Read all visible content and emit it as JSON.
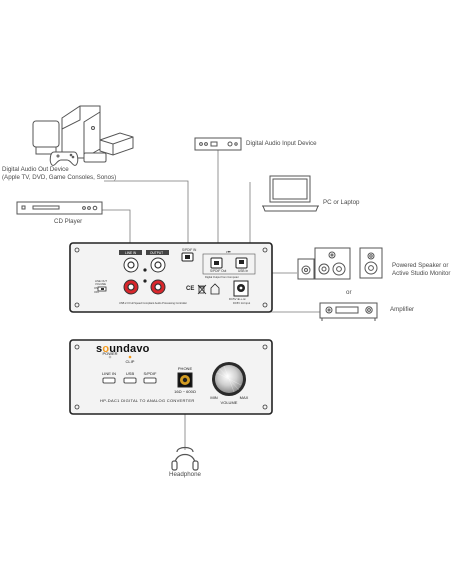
{
  "labels": {
    "digital_audio_out": [
      "Digital Audio Out Device",
      "(Apple TV, DVD, Game Consoles, Sonos)"
    ],
    "digital_audio_input": "Digital Audio Input Device",
    "pc_laptop": "PC or Laptop",
    "cd_player": "CD Player",
    "powered_speaker": [
      "Powered Speaker or",
      "Active Studio Monitor"
    ],
    "or": "or",
    "amplifier": "Amplifier",
    "headphone": "Headphone"
  },
  "rear_panel": {
    "line_in": "LINE IN",
    "output": "OUTPUT",
    "spdif_in": "S/PDIF IN",
    "spdif_out": "S/PDIF Out",
    "usb_in": "USB In",
    "usb_symbol": "•⬅",
    "switch_label": "LINE OUT\nVOLUME",
    "switch_on": "ON",
    "switch_off": "OFF",
    "model_note": "USB 2.0 Full Speed Compliant Audio Processing Controller",
    "usb_note": "Digital Output from Computer",
    "power_label": "DC5V  ⊕-◐-⊖",
    "dc_label": "DC5V  1A  Input",
    "ce_mark": "CE"
  },
  "front_panel": {
    "brand_a": "s",
    "brand_b": "undavo",
    "power": "POWER",
    "clip": "CLIP",
    "line_in": "LINE IN",
    "usb": "USB",
    "spdif": "S/PDIF",
    "phone": "PHONE",
    "impedance": "16Ω ~ 600Ω",
    "min": "MIN",
    "max": "MAX",
    "volume": "VOLUME",
    "model": "HP-DAC1   DIGITAL TO ANALOG CONVERTER"
  },
  "colors": {
    "panel": "#f2f2f2",
    "panel_border": "#222222",
    "line": "#777777",
    "icon": "#555555",
    "rca_red": "#d8262b",
    "led_orange": "#f39a1e",
    "brand_accent": "#f39a1e"
  }
}
